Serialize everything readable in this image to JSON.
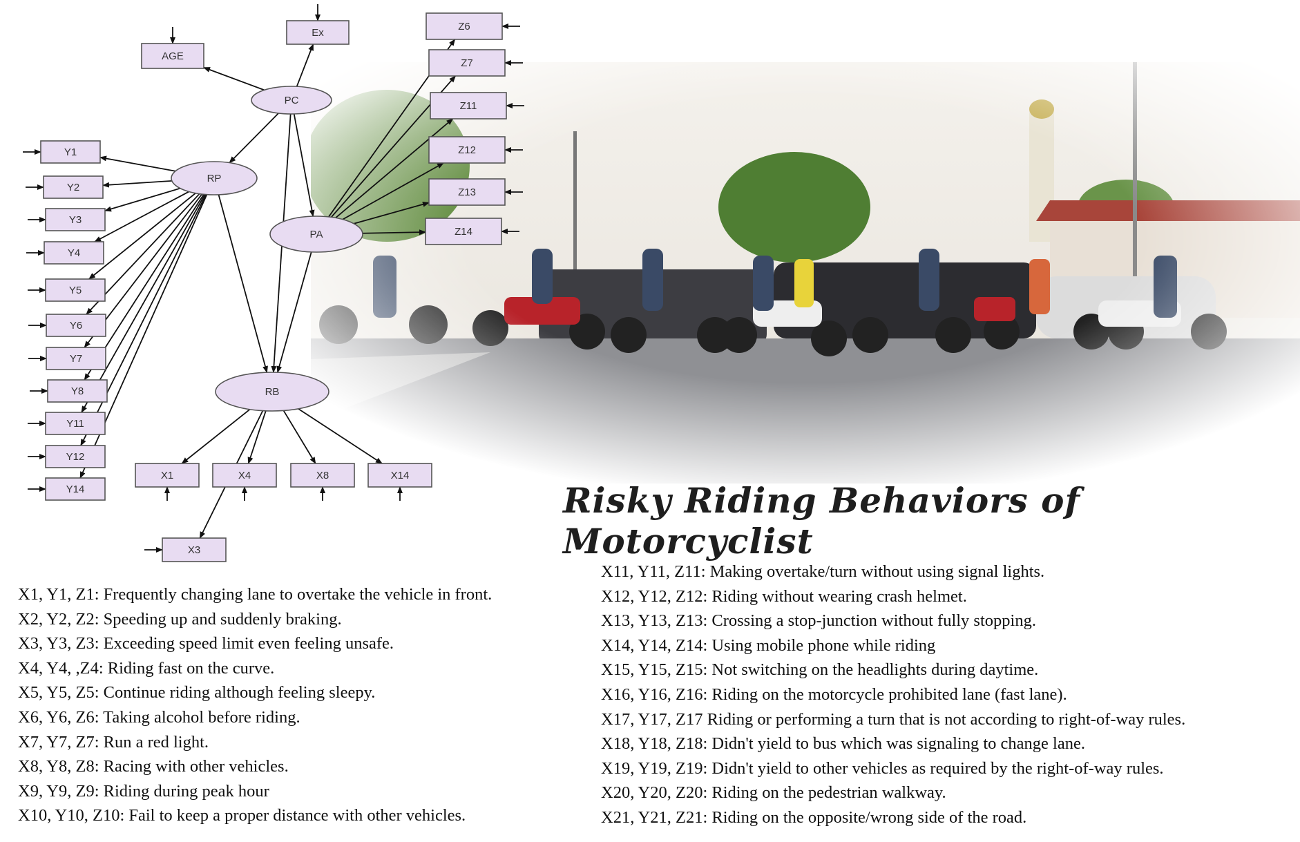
{
  "title": "Risky Riding Behaviors of Motorcyclist",
  "colors": {
    "node_fill": "#e8dcf2",
    "node_stroke": "#555555",
    "edge": "#111111"
  },
  "diagram": {
    "latent_nodes": [
      "PC",
      "RP",
      "PA",
      "RB"
    ],
    "indicator_nodes": [
      "AGE",
      "Ex",
      "Y1",
      "Y2",
      "Y3",
      "Y4",
      "Y5",
      "Y6",
      "Y7",
      "Y8",
      "Y11",
      "Y12",
      "Y14",
      "Z6",
      "Z7",
      "Z11",
      "Z12",
      "Z13",
      "Z14",
      "X1",
      "X4",
      "X8",
      "X14",
      "X3"
    ],
    "edges": [
      [
        "PC",
        "AGE"
      ],
      [
        "PC",
        "Ex"
      ],
      [
        "PC",
        "RP"
      ],
      [
        "PC",
        "PA"
      ],
      [
        "PC",
        "RB"
      ],
      [
        "RP",
        "Y1"
      ],
      [
        "RP",
        "Y2"
      ],
      [
        "RP",
        "Y3"
      ],
      [
        "RP",
        "Y4"
      ],
      [
        "RP",
        "Y5"
      ],
      [
        "RP",
        "Y6"
      ],
      [
        "RP",
        "Y7"
      ],
      [
        "RP",
        "Y8"
      ],
      [
        "RP",
        "Y11"
      ],
      [
        "RP",
        "Y12"
      ],
      [
        "RP",
        "Y14"
      ],
      [
        "RP",
        "RB"
      ],
      [
        "PA",
        "Z6"
      ],
      [
        "PA",
        "Z7"
      ],
      [
        "PA",
        "Z11"
      ],
      [
        "PA",
        "Z12"
      ],
      [
        "PA",
        "Z13"
      ],
      [
        "PA",
        "Z14"
      ],
      [
        "PA",
        "RB"
      ],
      [
        "RB",
        "X1"
      ],
      [
        "RB",
        "X4"
      ],
      [
        "RB",
        "X8"
      ],
      [
        "RB",
        "X14"
      ],
      [
        "RB",
        "X3"
      ]
    ]
  },
  "legend_left": [
    "X1, Y1, Z1: Frequently changing lane to overtake the vehicle in front.",
    "X2, Y2, Z2: Speeding up and suddenly braking.",
    "X3, Y3, Z3: Exceeding speed limit even feeling unsafe.",
    "X4, Y4, ,Z4: Riding fast on the curve.",
    "X5, Y5, Z5: Continue riding although feeling sleepy.",
    "X6, Y6, Z6: Taking alcohol before riding.",
    "X7, Y7, Z7: Run a red light.",
    "X8, Y8, Z8: Racing with other vehicles.",
    "X9, Y9, Z9: Riding during peak hour",
    "X10, Y10, Z10: Fail to keep a proper distance with other vehicles."
  ],
  "legend_right": [
    "X11, Y11, Z11: Making overtake/turn without using signal lights.",
    "X12, Y12, Z12: Riding without wearing crash helmet.",
    "X13, Y13, Z13: Crossing a stop-junction without fully stopping.",
    "X14, Y14, Z14: Using mobile phone while riding",
    "X15, Y15, Z15: Not switching on the headlights during daytime.",
    "X16, Y16, Z16: Riding on the motorcycle prohibited lane (fast lane).",
    "X17, Y17, Z17 Riding or performing a turn that is not according to right-of-way rules.",
    "X18, Y18, Z18: Didn't yield to bus which was signaling to change lane.",
    "X19, Y19, Z19: Didn't yield to other vehicles as required by the right-of-way rules.",
    "X20, Y20, Z20: Riding on the pedestrian walkway.",
    "X21, Y21, Z21: Riding on the opposite/wrong side of the road."
  ]
}
